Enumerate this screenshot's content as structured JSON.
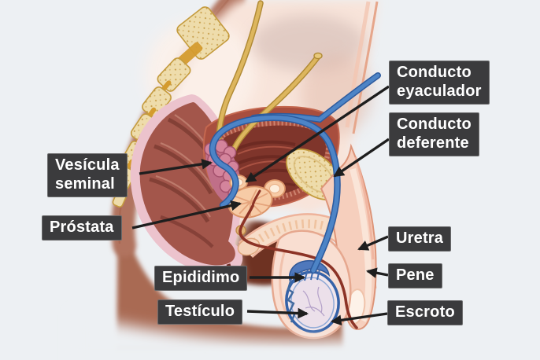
{
  "theme": {
    "background": "#edf0f3",
    "label_bg": "#3b3b3d",
    "label_text": "#ffffff",
    "arrow_color": "#1e1e1e"
  },
  "figure": {
    "type": "anatomical-diagram",
    "language": "es"
  },
  "labels": [
    {
      "id": "conducto-eyaculador",
      "text": "Conducto\neyaculador"
    },
    {
      "id": "conducto-deferente",
      "text": "Conducto\ndeferente"
    },
    {
      "id": "vesicula-seminal",
      "text": "Vesícula\nseminal"
    },
    {
      "id": "prostata",
      "text": "Próstata"
    },
    {
      "id": "epididimo",
      "text": "Epididimo"
    },
    {
      "id": "testiculo",
      "text": "Testículo"
    },
    {
      "id": "uretra",
      "text": "Uretra"
    },
    {
      "id": "pene",
      "text": "Pene"
    },
    {
      "id": "escroto",
      "text": "Escroto"
    }
  ],
  "palette": {
    "skin_light": "#f8e4da",
    "skin_edge": "#b1735f",
    "perineum_dark": "#6e3322",
    "bone": "#eedcab",
    "bone_speckle": "#bb8c2f",
    "disc": "#d49b2e",
    "rectum_rim": "#ecc3cd",
    "rectum_body": "#a3564b",
    "bladder_wall": "#a84e3e",
    "bladder_interior": "#7f352b",
    "prostate": "#f7cba6",
    "seminal_vesicle": "#d4849c",
    "vas_deferens_blue": "#4d84c6",
    "ureter_yellow": "#ddb65e",
    "urethra_red": "#8c3326",
    "testicle_ring_blue": "#3562a8"
  }
}
